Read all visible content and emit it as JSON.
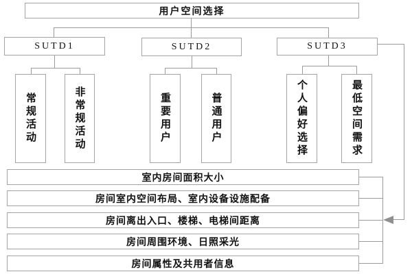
{
  "title": "用户空间选择",
  "branches": [
    {
      "label": "SUTD1",
      "children": [
        "常规活动",
        "非常规活动"
      ]
    },
    {
      "label": "SUTD2",
      "children": [
        "重要用户",
        "普通用户"
      ]
    },
    {
      "label": "SUTD3",
      "children": [
        "个人偏好选择",
        "最低空间需求"
      ]
    }
  ],
  "criteria": [
    "室内房间面积大小",
    "房间室内空间布局、室内设备设施配备",
    "房间离出入口、楼梯、电梯间距离",
    "房间周围环境、日照采光",
    "房间属性及共用者信息"
  ],
  "colors": {
    "line": "#9b9b9b",
    "border": "#a3a3a3",
    "text": "#111111",
    "background": "#ffffff",
    "arrow": "#909090"
  }
}
